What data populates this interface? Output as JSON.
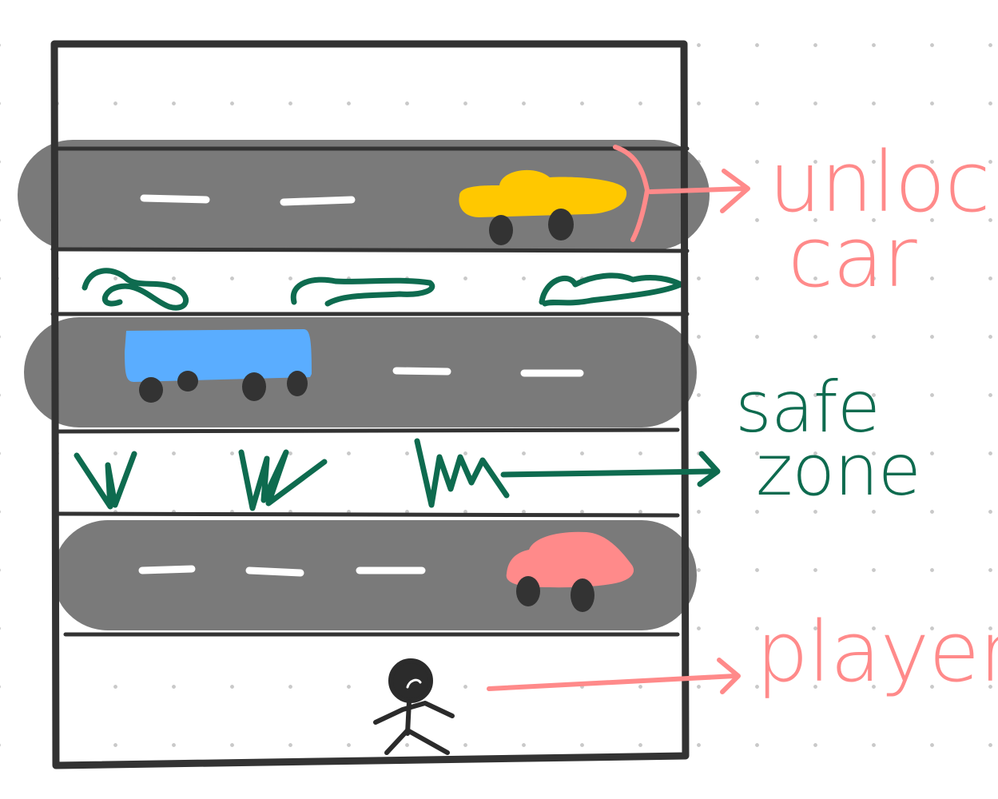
{
  "annotations": {
    "unlock_car": {
      "line1": "unlock",
      "line2": "car"
    },
    "safe_zone": {
      "line1": "safe",
      "line2": "zone"
    },
    "player": {
      "text": "player"
    }
  },
  "colors": {
    "frame": "#333333",
    "road": "#7a7a7a",
    "lane_marking": "#ffffff",
    "grass": "#0e6b4f",
    "car_yellow": "#ffc800",
    "bus_blue": "#5aadff",
    "car_pink": "#ff8a8a",
    "wheel": "#333333",
    "annotation_pink": "#ff8a8a",
    "annotation_green": "#0e6b4f",
    "player": "#2b2b2b"
  },
  "icons": [
    "yellow-car-icon",
    "blue-bus-icon",
    "pink-car-icon",
    "player-stick-figure-icon",
    "grass-tuft-icon",
    "bush-icon"
  ]
}
